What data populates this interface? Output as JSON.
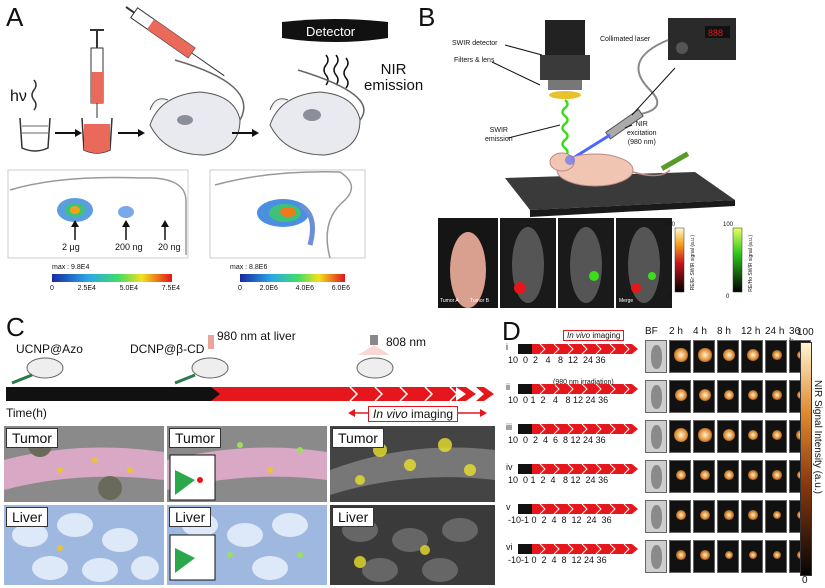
{
  "panels": {
    "a": "A",
    "b": "B",
    "c": "C",
    "d": "D"
  },
  "panelA": {
    "hv": "hν",
    "detector": "Detector",
    "nir1": "NIR",
    "nir2": "emission",
    "left_labels": [
      "2 μg",
      "200 ng",
      "20 ng"
    ],
    "left_max": "max : 9.8E4",
    "left_ticks": [
      "0",
      "2.5E4",
      "5.0E4",
      "7.5E4"
    ],
    "right_max": "max : 8.8E6",
    "right_ticks": [
      "0",
      "2.0E6",
      "4.0E6",
      "6.0E6"
    ]
  },
  "panelB": {
    "swir_detector": "SWIR detector",
    "filters": "Filters & lens",
    "laser": "Collimated laser",
    "swir_em1": "SWIR",
    "swir_em2": "emission",
    "nir_ex1": "NIR",
    "nir_ex2": "excitation",
    "nir_ex3": "(980 nm)",
    "tumor_a": "Tumor A",
    "tumor_b": "Tumor B",
    "merge": "Merge",
    "scale1_top": "100",
    "scale1_bot": "0",
    "scale1_label": "RE/Er SWIR signal (a.u.)",
    "scale2_top": "100",
    "scale2_bot": "0",
    "scale2_label": "RE/Ho SWIR signal (a.u.)"
  },
  "panelC": {
    "ucnp": "UCNP@Azo",
    "dcnp": "DCNP@β-CD",
    "nm980": "980 nm at liver",
    "nm808": "808 nm",
    "time": "Time(h)",
    "invivo": "In vivo",
    "imaging": "imaging",
    "tiles": [
      "Tumor",
      "Tumor",
      "Tumor",
      "Liver",
      "Liver",
      "Liver"
    ]
  },
  "panelD": {
    "invivo": "In vivo",
    "imaging": "imaging",
    "irr": "(980 nm irradiation)",
    "rows": [
      {
        "roman": "i",
        "ticks": "10  0  2   4   8  12  24 36"
      },
      {
        "roman": "ii",
        "ticks": "10  0 1  2   4   8 12 24 36"
      },
      {
        "roman": "iii",
        "ticks": "10  0  2  4  6  8 12 24 36"
      },
      {
        "roman": "iv",
        "ticks": "10  0 1  2  4   8 12  24 36"
      },
      {
        "roman": "v",
        "ticks": "-10-1 0  2  4  8  12  24  36"
      },
      {
        "roman": "vi",
        "ticks": "-10-1 0  2  4  8  12 24 36"
      }
    ],
    "cols": [
      "BF",
      "2 h",
      "4 h",
      "8 h",
      "12 h",
      "24 h",
      "36 h"
    ],
    "scale_top": "100",
    "scale_bot": "0",
    "scale_label": "NIR Signal Intensity (a.u.)"
  },
  "colors": {
    "red": "#e5171d",
    "black": "#111111",
    "laser": "#4d66ff",
    "green": "#3ddc1a"
  }
}
